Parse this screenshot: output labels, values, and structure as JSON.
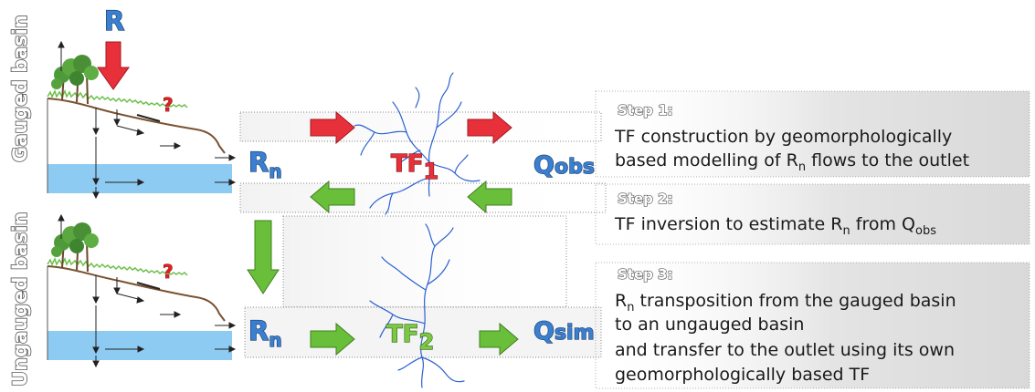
{
  "labels": {
    "gauged_basin": "Gauged basin",
    "ungauged_basin": "Ungauged basin",
    "rain": "R",
    "rn_top": "R",
    "rn_top_sub": "n",
    "rn_bottom": "R",
    "rn_bottom_sub": "n",
    "tf1": "TF",
    "tf1_sub": "1",
    "tf2": "TF",
    "tf2_sub": "2",
    "qobs": "Q",
    "qobs_sub": "obs",
    "qsim": "Q",
    "qsim_sub": "sim",
    "question_top": "?",
    "question_bottom": "?"
  },
  "steps": [
    {
      "title": "Step 1:",
      "lines": [
        {
          "parts": [
            {
              "t": "TF construction by geomorphologically"
            }
          ]
        },
        {
          "parts": [
            {
              "t": "based modelling of R"
            },
            {
              "t": "n",
              "sub": true
            },
            {
              "t": " flows to the outlet"
            }
          ]
        }
      ]
    },
    {
      "title": "Step 2:",
      "lines": [
        {
          "parts": [
            {
              "t": "TF inversion to estimate R"
            },
            {
              "t": "n",
              "sub": true
            },
            {
              "t": " from Q"
            },
            {
              "t": "obs",
              "sub": true
            }
          ]
        }
      ]
    },
    {
      "title": "Step 3:",
      "lines": [
        {
          "parts": [
            {
              "t": "R"
            },
            {
              "t": "n",
              "sub": true
            },
            {
              "t": " transposition from the gauged basin"
            }
          ]
        },
        {
          "parts": [
            {
              "t": "to an ungauged basin"
            }
          ]
        },
        {
          "parts": [
            {
              "t": "and transfer to the outlet using its own"
            }
          ]
        },
        {
          "parts": [
            {
              "t": "geomorphologically based TF"
            }
          ]
        }
      ]
    }
  ],
  "colors": {
    "red_arrow": "#e8303a",
    "green_arrow": "#6abf3a",
    "water": "#8ecbf2",
    "slope": "#7a5230",
    "grass": "#6cc04a",
    "river": "#2c62d0",
    "blue_label": "#3a7fd0"
  }
}
